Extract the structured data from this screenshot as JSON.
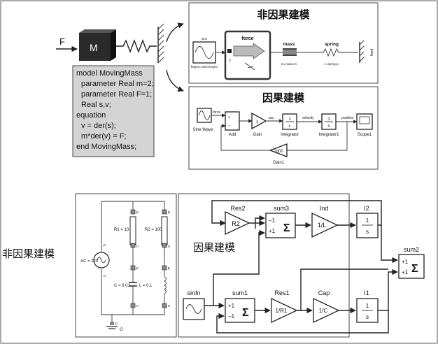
{
  "top_left": {
    "force_label": "F",
    "mass_label": "M",
    "code_lines": [
      "model MovingMass",
      "parameter Real m=2;",
      "parameter Real F=1;",
      "Real s,v;",
      "equation",
      "v = der(s);",
      "m*der(v) = F;",
      "end MovingMass;"
    ]
  },
  "acausal_top": {
    "title": "非因果建模",
    "sine_label": "sine",
    "sine_sub": "freqHz=sine.freqHz",
    "force_label": "force",
    "force_port": "f",
    "mass_label": "mass",
    "mass_sub": "m=mass.m",
    "spring_label": "spring",
    "spring_sub": "c=spring.c",
    "fixed_label": "fixed"
  },
  "causal_top": {
    "title": "因果建模",
    "sine_label": "Sine Wave",
    "force_label": "force",
    "add_label": "Add",
    "plus": "+",
    "minus": "-",
    "gain_value": "1",
    "gain_label": "Gain",
    "acc_label": "acc",
    "int_num": "1",
    "int_den": "s",
    "integrator_label": "Integrator",
    "velocity_label": "velocity",
    "integrator1_label": "Integrator1",
    "position_label": "position",
    "scope_label": "Scope1",
    "gain1_value": "1000",
    "gain1_label": "Gain1"
  },
  "bottom_left": {
    "side_title": "非因果建模",
    "ac_label": "AC = 220",
    "r1_label": "R1 = 10",
    "r2_label": "R2 = 100",
    "c_label": "C = 0.01",
    "l_label": "L = 0.1",
    "p": "p",
    "n": "n",
    "ground_label": "G"
  },
  "bottom_right": {
    "title": "因果建模",
    "res2_label": "Res2",
    "res2_block": "R2",
    "sum3_label": "sum3",
    "sum3_top": "−1",
    "sum3_bot": "+1",
    "sigma": "Σ",
    "ind_label": "Ind",
    "ind_block": "1/L",
    "i2_label": "I2",
    "int_num": "1",
    "int_den": "s",
    "sum2_label": "sum2",
    "sum2_top": "+1",
    "sum2_bot": "+1",
    "sinin_label": "sinIn",
    "sum1_label": "sum1",
    "sum1_top": "+1",
    "sum1_bot": "−1",
    "res1_label": "Res1",
    "res1_block": "1/R1",
    "cap_label": "Cap",
    "cap_block": "1/C",
    "i1_label": "I1"
  }
}
